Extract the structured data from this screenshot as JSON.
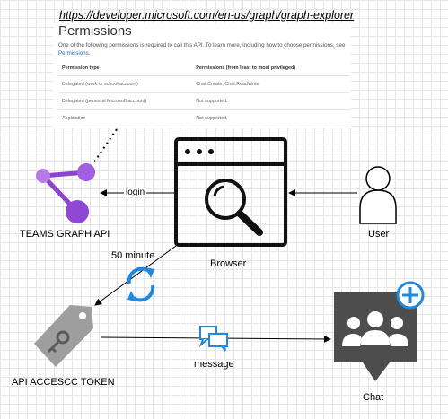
{
  "url_text": "https://developer.microsoft.com/en-us/graph/graph-explorer",
  "permissions": {
    "title": "Permissions",
    "description": "One of the following permissions is required to call this API. To learn more, including how to choose permissions, see",
    "link": "Permissions.",
    "headers": [
      "Permission type",
      "Permissions (from least to most privileged)"
    ],
    "rows": [
      [
        "Delegated (work or school account)",
        "Chat.Create, Chat.ReadWrite"
      ],
      [
        "Delegated (personal Microsoft account)",
        "Not supported."
      ],
      [
        "Application",
        "Not supported."
      ]
    ]
  },
  "nodes": {
    "teams_graph_api": "TEAMS GRAPH API",
    "browser": "Browser",
    "user": "User",
    "token": "API ACCESCC TOKEN",
    "chat": "Chat"
  },
  "edges": {
    "login": "login",
    "refresh": "50 minute",
    "message": "message"
  },
  "colors": {
    "graph_api": "#9b59d9",
    "refresh": "#1e88e5",
    "chat_icon": "#4d4d4d",
    "plus_badge": "#1e88e5",
    "token_tag": "#9e9e9e"
  }
}
